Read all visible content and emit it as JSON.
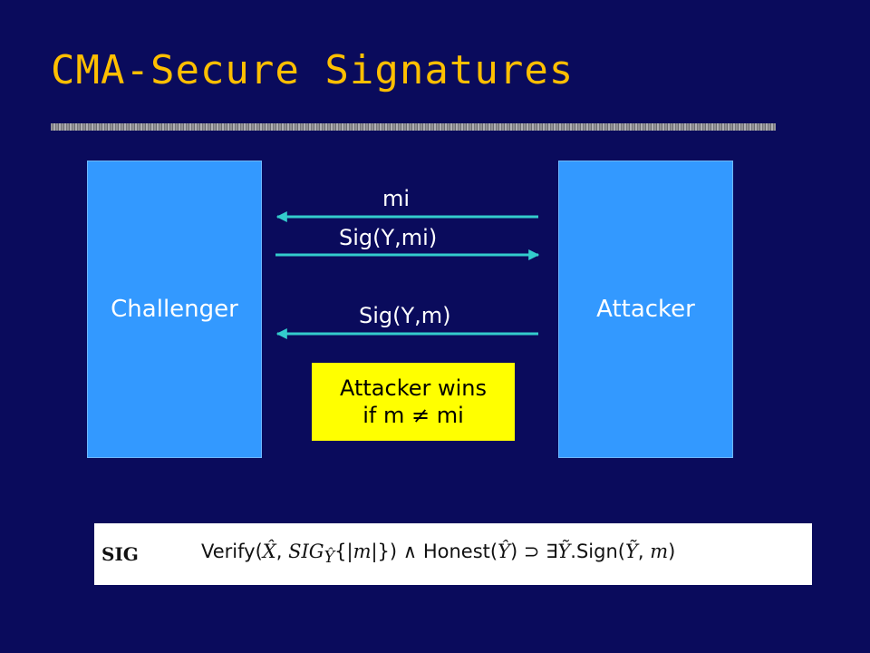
{
  "title": "CMA-Secure Signatures",
  "diagram": {
    "challenger_label": "Challenger",
    "attacker_label": "Attacker",
    "msg1": "mi",
    "msg2": "Sig(Y,mi)",
    "msg3": "Sig(Y,m)",
    "win_line1": "Attacker wins",
    "win_line2": "if m ≠ mi"
  },
  "formula": {
    "name": "SIG",
    "verify": "Verify",
    "honest": "Honest",
    "sign": "Sign"
  },
  "colors": {
    "background": "#0a0b5c",
    "title": "#ffbf00",
    "box": "#3399ff",
    "arrow": "#33cccc",
    "highlight": "#ffff00"
  }
}
